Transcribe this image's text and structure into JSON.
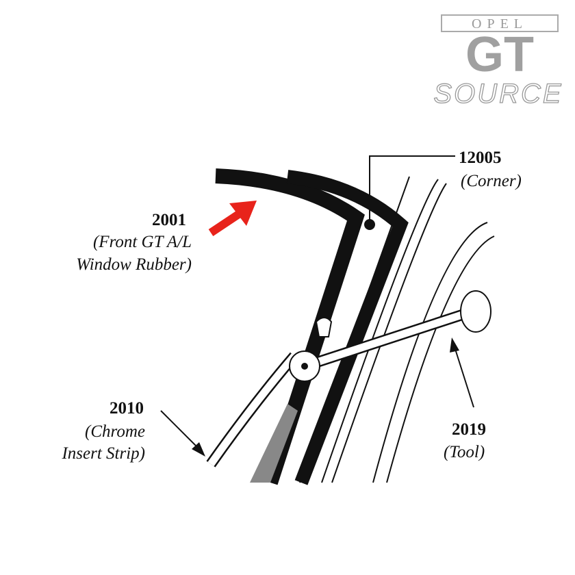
{
  "logo": {
    "line1": "OPEL",
    "line2": "GT",
    "line3": "SOURCE",
    "color": "#a0a0a0"
  },
  "callouts": [
    {
      "part": "2001",
      "desc_lines": [
        "(Front GT A/L",
        "Window Rubber)"
      ]
    },
    {
      "part": "12005",
      "desc_lines": [
        "(Corner)"
      ]
    },
    {
      "part": "2010",
      "desc_lines": [
        "(Chrome",
        "Insert Strip)"
      ]
    },
    {
      "part": "2019",
      "desc_lines": [
        "(Tool)"
      ]
    }
  ],
  "colors": {
    "highlight_arrow": "#e8231b",
    "line": "#111111"
  }
}
